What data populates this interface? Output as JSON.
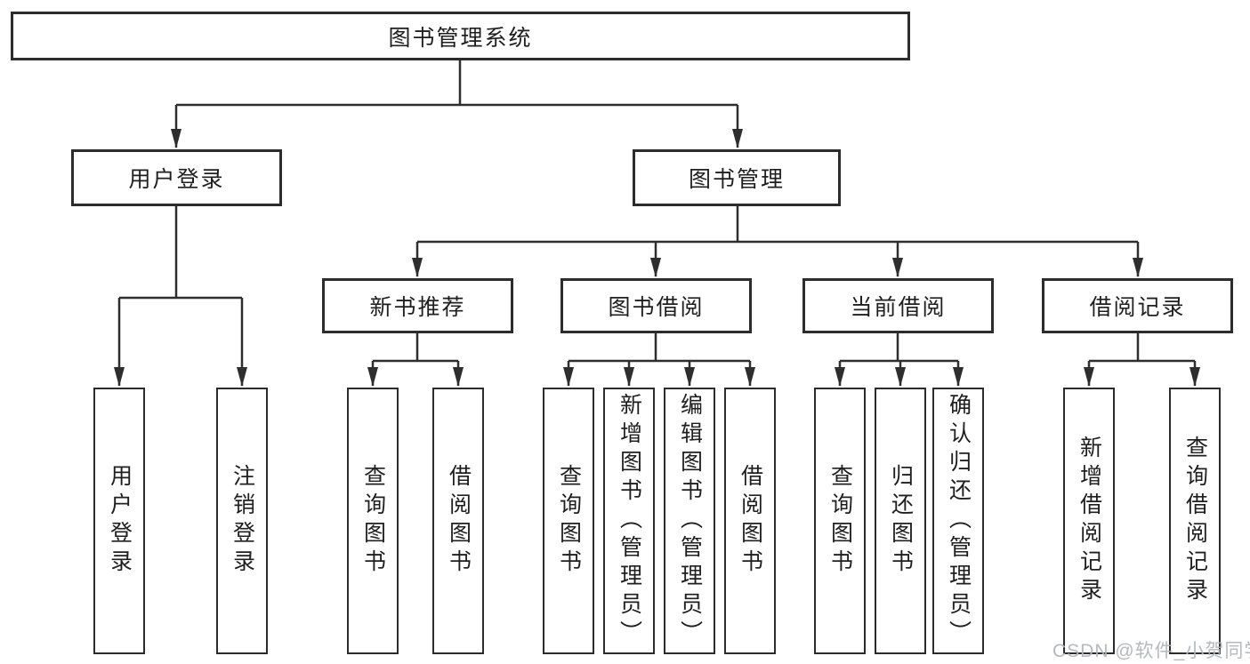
{
  "tree": {
    "root": "图书管理系统",
    "branches": [
      {
        "label": "用户登录",
        "children": [
          "用户登录",
          "注销登录"
        ]
      },
      {
        "label": "图书管理",
        "sections": [
          {
            "label": "新书推荐",
            "children": [
              "查询图书",
              "借阅图书"
            ]
          },
          {
            "label": "图书借阅",
            "children": [
              "查询图书",
              "新增图书（管理员）",
              "编辑图书（管理员）",
              "借阅图书"
            ]
          },
          {
            "label": "当前借阅",
            "children": [
              "查询图书",
              "归还图书",
              "确认归还（管理员）"
            ]
          },
          {
            "label": "借阅记录",
            "children": [
              "新增借阅记录",
              "查询借阅记录"
            ]
          }
        ]
      }
    ]
  },
  "watermark": "CSDN @软件_小贺同学",
  "colors": {
    "line": "#2e2e2e",
    "box_border": "#2c2c2c",
    "text": "#1f1f1f",
    "watermark": "#b1b5ba",
    "background": "#ffffff"
  }
}
